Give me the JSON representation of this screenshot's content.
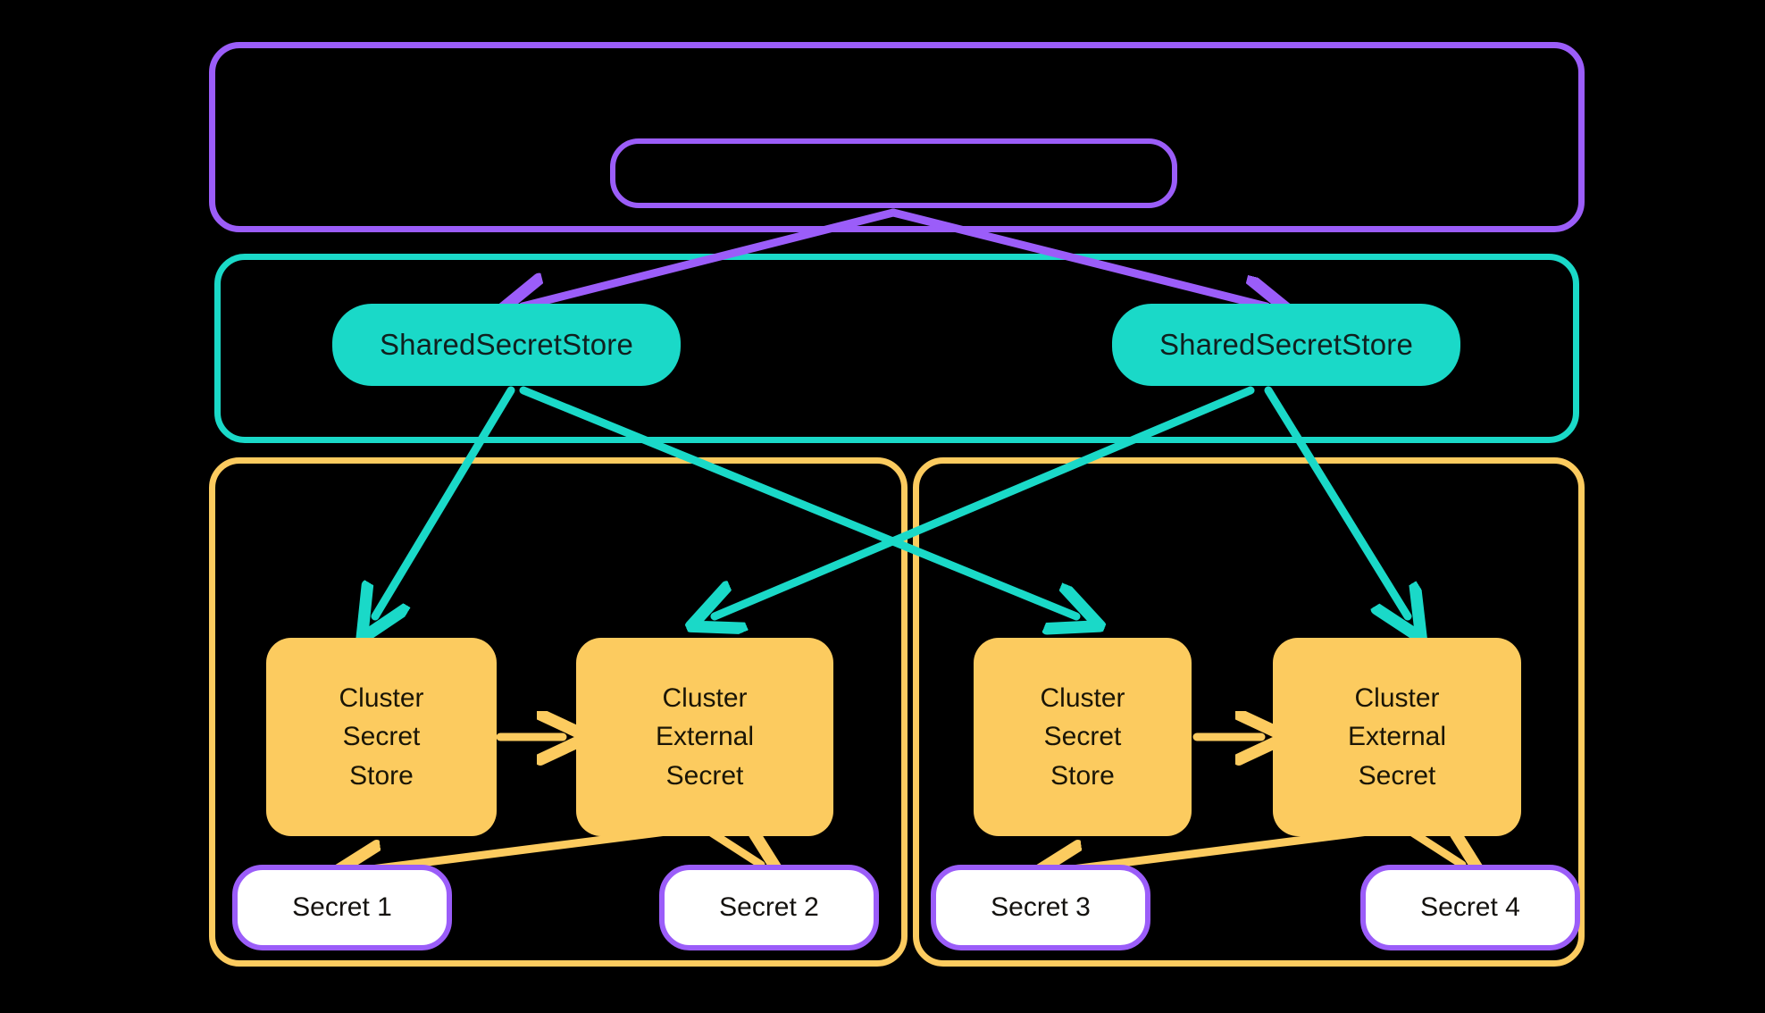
{
  "theme": {
    "background": "#000000",
    "purple": "#9b5df9",
    "teal": "#1ad9c8",
    "orange": "#fccb5f",
    "secret_fill": "#ffffff"
  },
  "diagram": {
    "title": "External Secrets Operator cluster-scoped secret distribution",
    "groups": [
      {
        "id": "cluster-scope",
        "label": "",
        "color": "#9b5df9"
      },
      {
        "id": "shared-scope",
        "label": "",
        "color": "#1ad9c8"
      },
      {
        "id": "namespace-a",
        "label": "",
        "color": "#fccb5f"
      },
      {
        "id": "namespace-b",
        "label": "",
        "color": "#fccb5f"
      }
    ],
    "nodes": {
      "controller": {
        "label": "",
        "shape": "pill",
        "color": "#9b5df9"
      },
      "shared_store_left": {
        "label": "SharedSecretStore",
        "shape": "pill",
        "color": "#1ad9c8"
      },
      "shared_store_right": {
        "label": "SharedSecretStore",
        "shape": "pill",
        "color": "#1ad9c8"
      },
      "cluster_secret_store_left": {
        "lines": [
          "Cluster",
          "Secret",
          "Store"
        ],
        "color": "#fccb5f"
      },
      "cluster_external_secret_left": {
        "lines": [
          "Cluster",
          "External",
          "Secret"
        ],
        "color": "#fccb5f"
      },
      "cluster_secret_store_right": {
        "lines": [
          "Cluster",
          "Secret",
          "Store"
        ],
        "color": "#fccb5f"
      },
      "cluster_external_secret_right": {
        "lines": [
          "Cluster",
          "External",
          "Secret"
        ],
        "color": "#fccb5f"
      },
      "secret_1": {
        "label": "Secret 1"
      },
      "secret_2": {
        "label": "Secret 2"
      },
      "secret_3": {
        "label": "Secret 3"
      },
      "secret_4": {
        "label": "Secret 4"
      }
    },
    "edges": [
      {
        "from": "controller",
        "to": "shared_store_left",
        "color": "#9b5df9"
      },
      {
        "from": "controller",
        "to": "shared_store_right",
        "color": "#9b5df9"
      },
      {
        "from": "shared_store_left",
        "to": "cluster_secret_store_left",
        "color": "#1ad9c8"
      },
      {
        "from": "shared_store_left",
        "to": "cluster_secret_store_right",
        "color": "#1ad9c8"
      },
      {
        "from": "shared_store_right",
        "to": "cluster_external_secret_left",
        "color": "#1ad9c8"
      },
      {
        "from": "shared_store_right",
        "to": "cluster_external_secret_right",
        "color": "#1ad9c8"
      },
      {
        "from": "cluster_secret_store_left",
        "to": "cluster_external_secret_left",
        "color": "#fccb5f"
      },
      {
        "from": "cluster_secret_store_right",
        "to": "cluster_external_secret_right",
        "color": "#fccb5f"
      },
      {
        "from": "cluster_external_secret_left",
        "to": "secret_1",
        "color": "#fccb5f"
      },
      {
        "from": "cluster_external_secret_left",
        "to": "secret_2",
        "color": "#fccb5f"
      },
      {
        "from": "cluster_external_secret_right",
        "to": "secret_3",
        "color": "#fccb5f"
      },
      {
        "from": "cluster_external_secret_right",
        "to": "secret_4",
        "color": "#fccb5f"
      }
    ]
  }
}
